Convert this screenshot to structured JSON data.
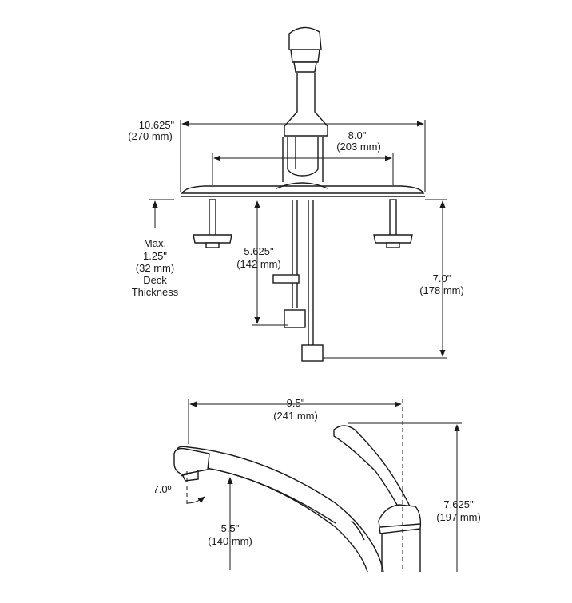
{
  "top_view": {
    "overall_width": {
      "in": "10.625\"",
      "mm": "(270 mm)"
    },
    "hole_spacing": {
      "in": "8.0\"",
      "mm": "(203 mm)"
    },
    "shank_length": {
      "in": "5.625\"",
      "mm": "(142 mm)"
    },
    "deck_thickness": {
      "line1": "Max.",
      "line2": "1.25\"",
      "line3": "(32 mm)",
      "line4": "Deck",
      "line5": "Thickness"
    },
    "supply_length": {
      "in": "7.0\"",
      "mm": "(178 mm)"
    }
  },
  "side_view": {
    "reach": {
      "in": "9.5\"",
      "mm": "(241 mm)"
    },
    "spout_angle": "7.0º",
    "spout_clearance": {
      "in": "5.5\"",
      "mm": "(140 mm)"
    },
    "overall_height": {
      "in": "7.625\"",
      "mm": "(197 mm)"
    }
  },
  "colors": {
    "line": "#1a1a1a",
    "background": "#ffffff"
  }
}
